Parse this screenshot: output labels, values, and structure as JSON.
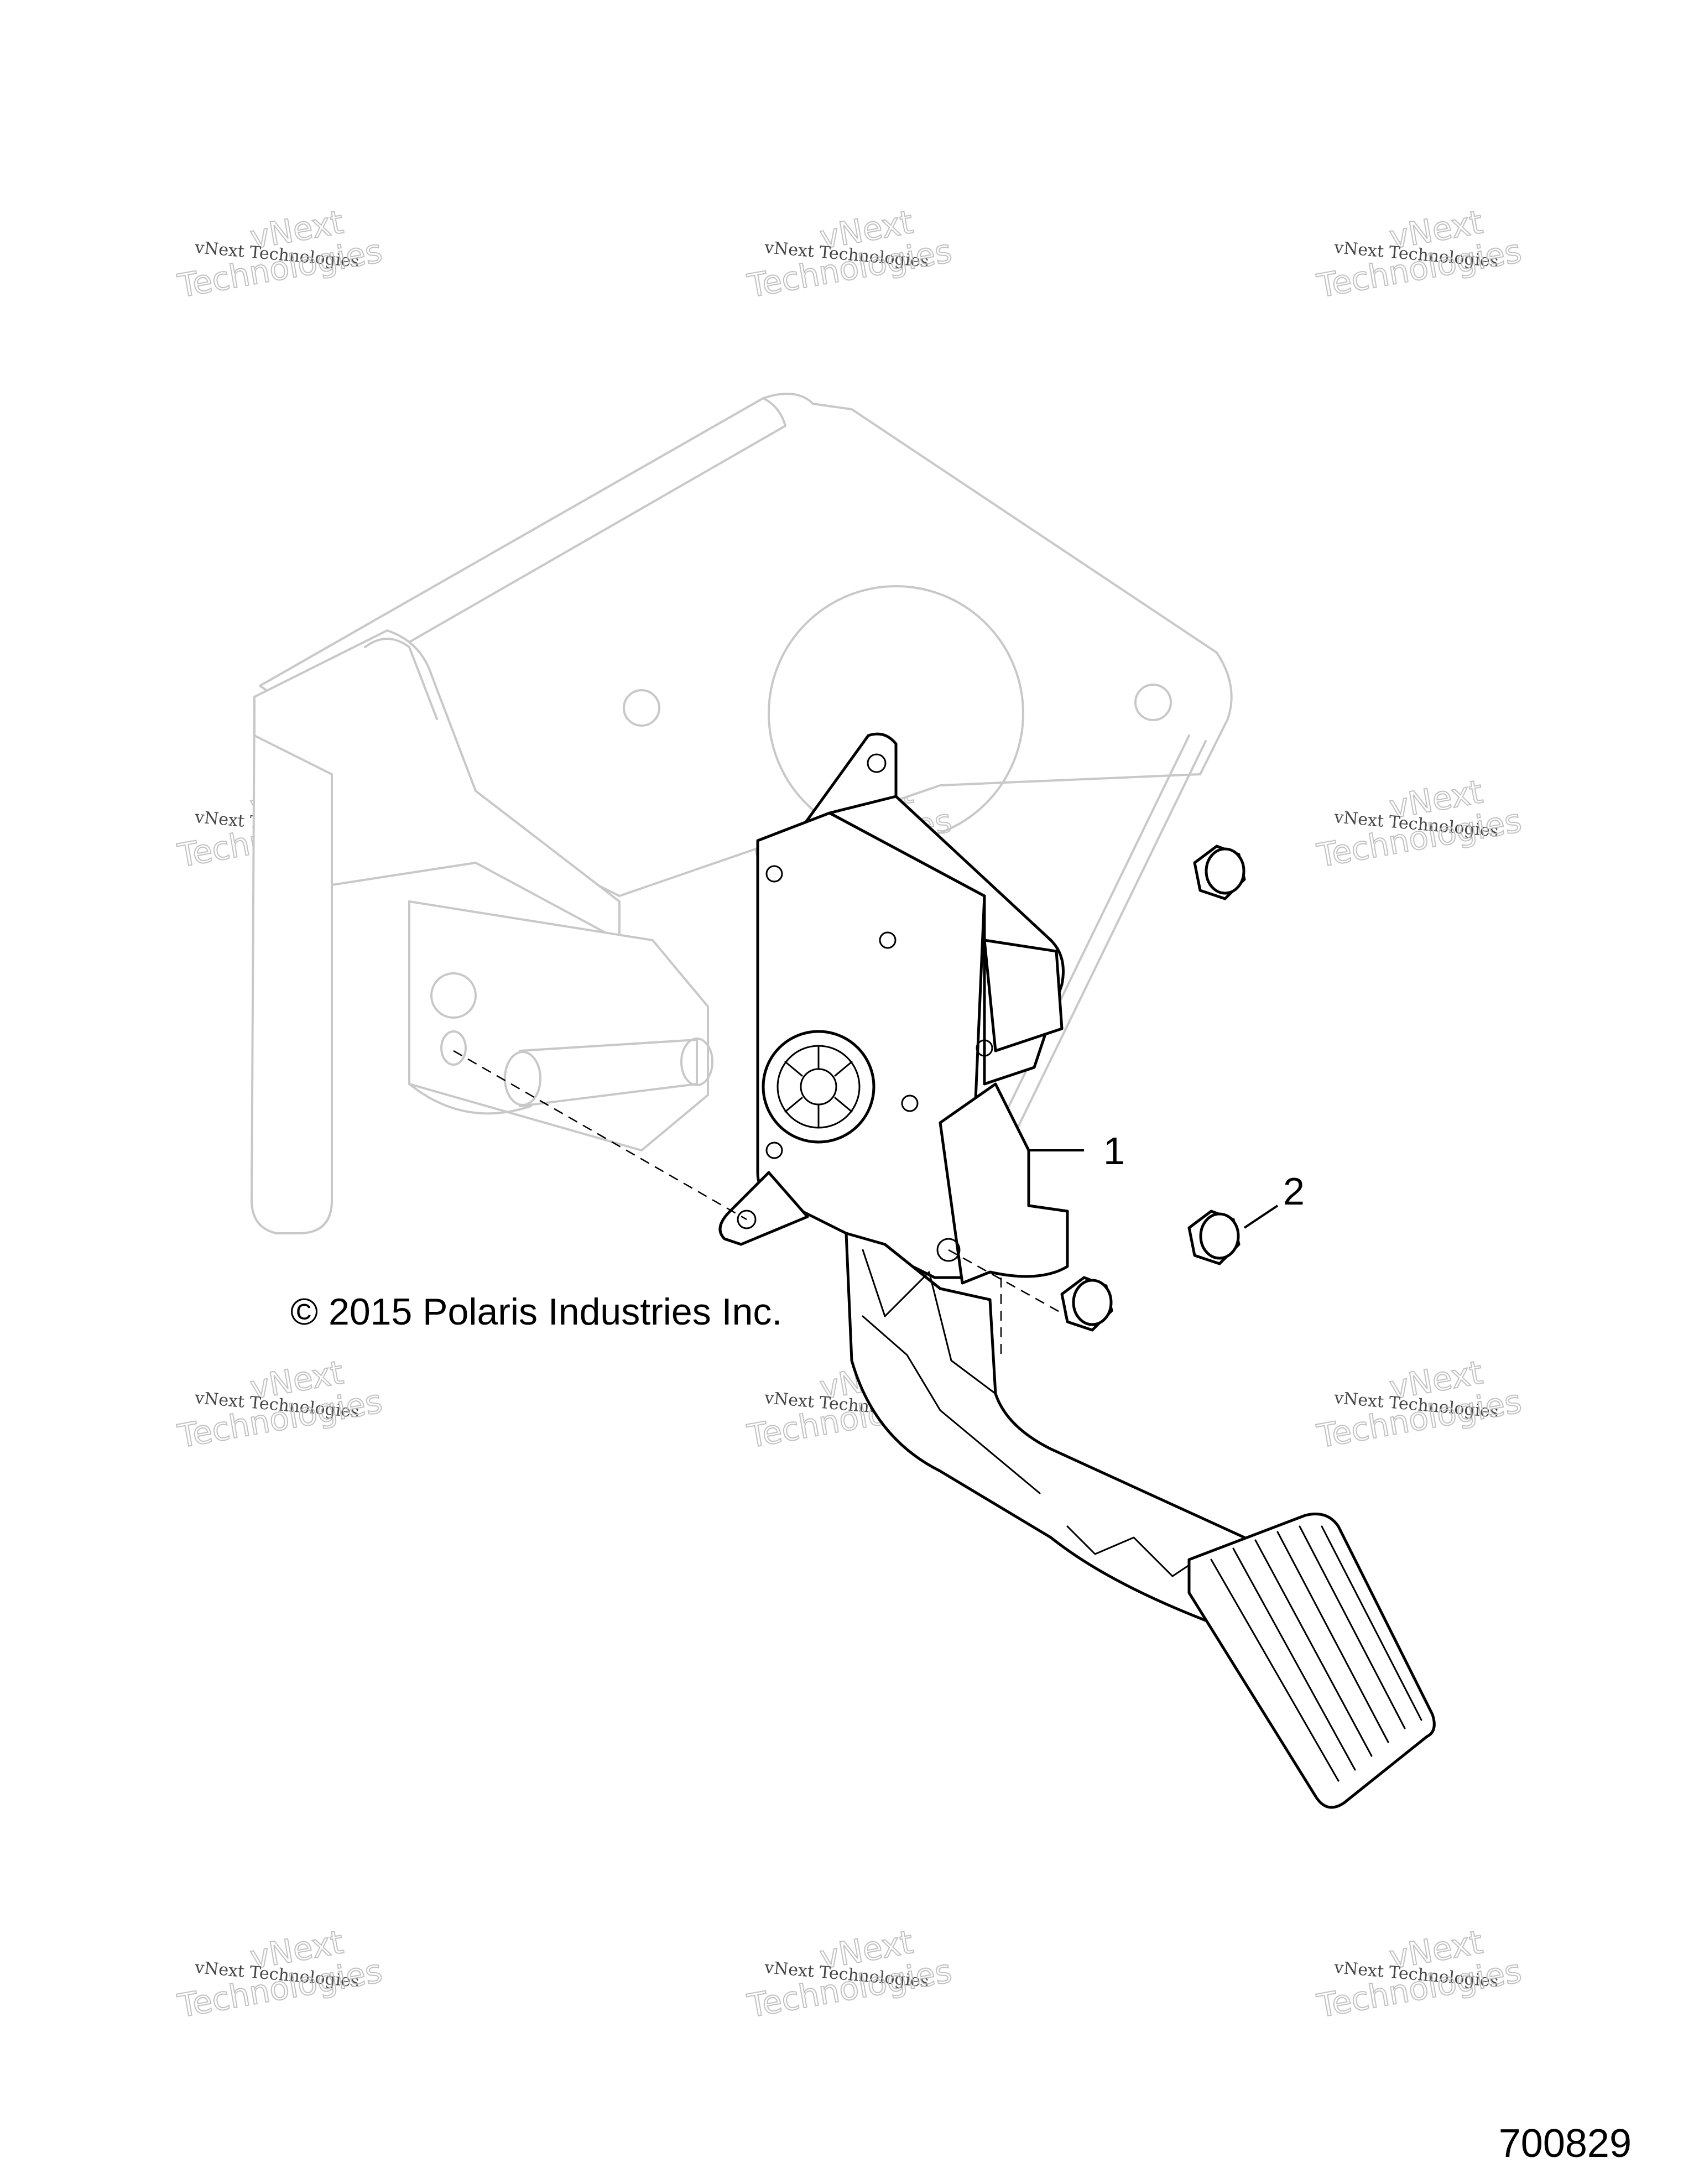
{
  "callouts": [
    {
      "number": "1"
    },
    {
      "number": "2"
    }
  ],
  "copyright": "© 2015 Polaris Industries Inc.",
  "figure_number": "700829",
  "watermark": {
    "line1": "vNext Technologies",
    "line2": "vNext",
    "line3": "Technologies"
  },
  "colors": {
    "ink": "#000000",
    "ghost_outline": "#c8c8c8",
    "background": "#ffffff"
  }
}
